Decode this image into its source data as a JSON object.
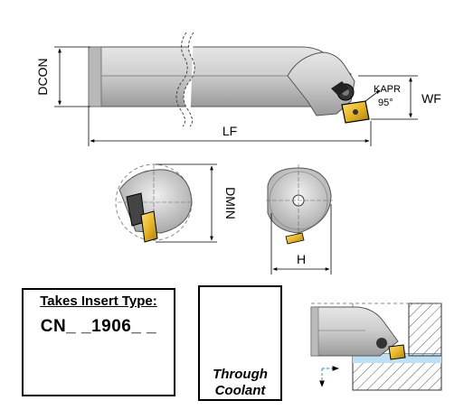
{
  "dimensions": {
    "dcon": "DCON",
    "lf": "LF",
    "wf": "WF",
    "kapr": "KAPR",
    "kapr_value": "95°",
    "dmin": "DMIN",
    "h": "H"
  },
  "insert": {
    "title": "Takes Insert Type:",
    "code": "CN_ _1906_ _"
  },
  "coolant": {
    "line1": "Through",
    "line2": "Coolant"
  },
  "colors": {
    "body": "#c8c8c8",
    "body_dark": "#9a9a9a",
    "insert_gold": "#f2c12e",
    "coolant_blue": "#3aa6d8",
    "workpiece_blue": "#bfe0f4"
  },
  "icons": {
    "coolant": "water-drop-icon",
    "insert": "square-insert-icon"
  }
}
